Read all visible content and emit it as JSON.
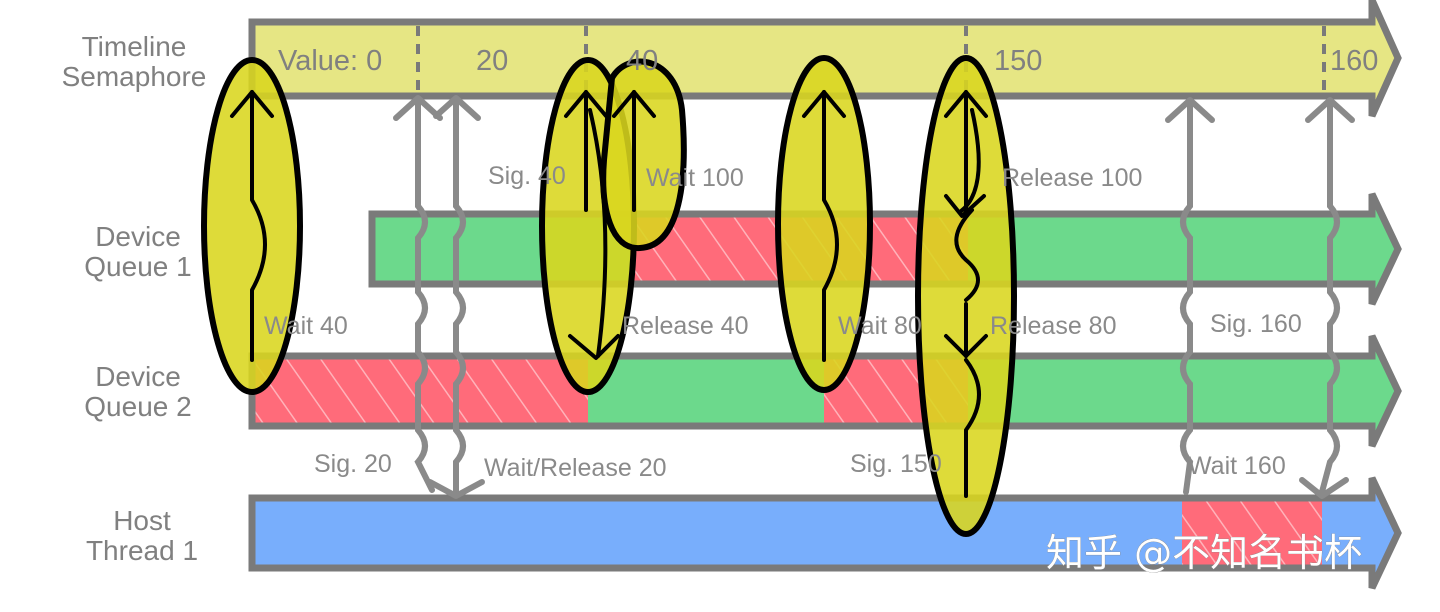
{
  "lanes": {
    "semaphore": {
      "line1": "Timeline",
      "line2": "Semaphore"
    },
    "queue1": {
      "line1": "Device",
      "line2": "Queue 1"
    },
    "queue2": {
      "line1": "Device",
      "line2": "Queue 2"
    },
    "host": {
      "line1": "Host",
      "line2": "Thread 1"
    }
  },
  "semaphore_values": {
    "v0": "Value: 0",
    "v20": "20",
    "v40": "40",
    "v150": "150",
    "v160": "160"
  },
  "events": {
    "sig40": "Sig. 40",
    "wait100": "Wait 100",
    "release100": "Release 100",
    "wait40": "Wait 40",
    "release40": "Release 40",
    "wait80": "Wait 80",
    "release80": "Release 80",
    "sig160": "Sig. 160",
    "sig20": "Sig. 20",
    "waitrelease20": "Wait/Release 20",
    "sig150": "Sig. 150",
    "wait160": "Wait 160"
  },
  "watermark": "知乎 @不知名书杯",
  "colors": {
    "semaphore_bar": "#e6e684",
    "active_green": "#6cd98c",
    "waiting_red": "#ff6b7a",
    "host_blue": "#78aefc",
    "highlight": "#d9d61e",
    "border_gray": "#7a7a7a"
  }
}
